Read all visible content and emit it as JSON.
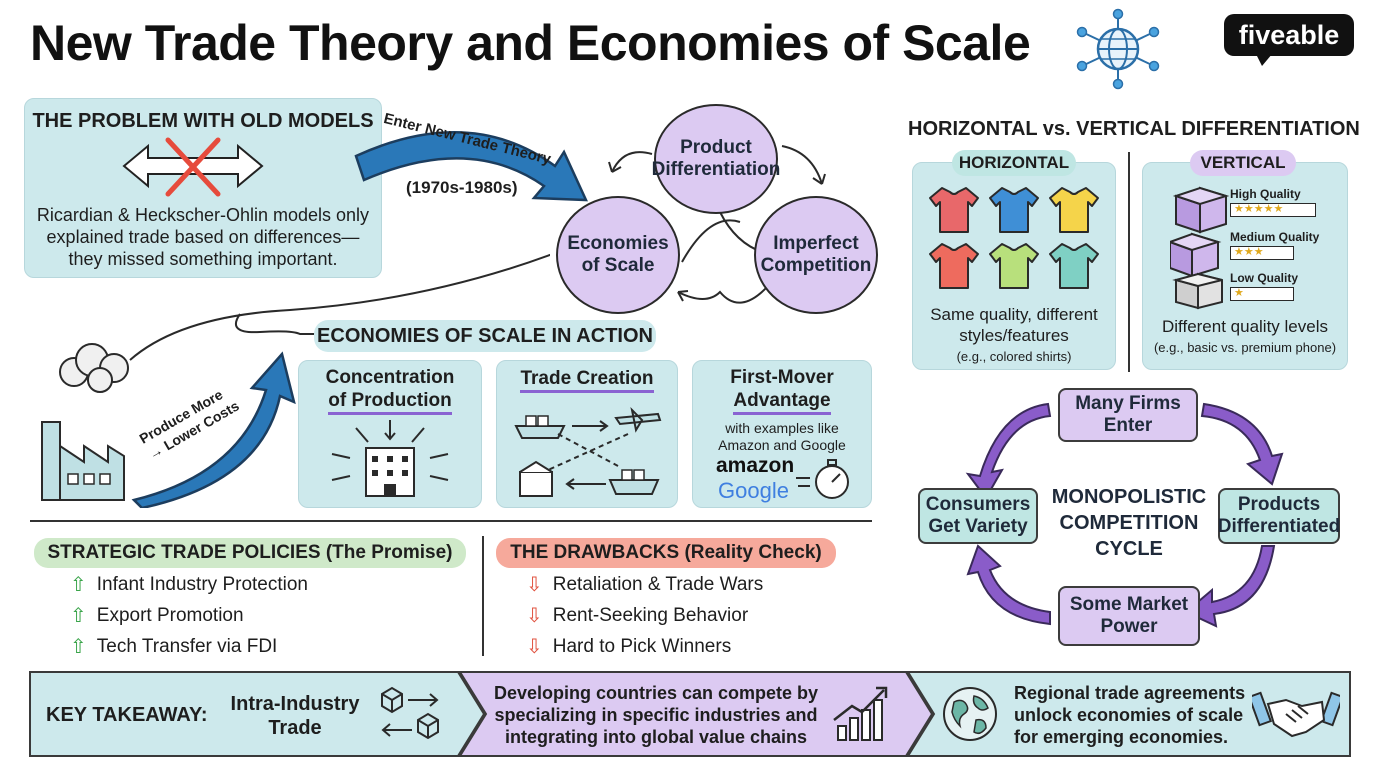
{
  "title": "New Trade Theory and Economies of Scale",
  "logo": "fiveable",
  "old_models": {
    "heading": "THE PROBLEM WITH OLD MODELS",
    "text_line1": "Ricardian & Heckscher-Ohlin models only",
    "text_line2": "explained trade based on differences—",
    "text_line3": "they missed something important."
  },
  "enter_arrow": {
    "label": "Enter New Trade Theory",
    "period": "(1970s-1980s)"
  },
  "triad": {
    "top": [
      "Product",
      "Differentiation"
    ],
    "left": [
      "Economies",
      "of Scale"
    ],
    "right": [
      "Imperfect",
      "Competition"
    ]
  },
  "factory_arrow": {
    "line1": "Produce More",
    "line2": "→ Lower Costs"
  },
  "eos_action": {
    "heading": "ECONOMIES OF SCALE IN ACTION",
    "card1": {
      "title1": "Concentration",
      "title2": "of Production"
    },
    "card2": {
      "title": "Trade Creation"
    },
    "card3": {
      "title1": "First-Mover",
      "title2": "Advantage",
      "desc1": "with examples like",
      "desc2": "Amazon and Google",
      "brand1": "amazon",
      "brand2": "Google"
    }
  },
  "differentiation": {
    "heading": "HORIZONTAL vs. VERTICAL DIFFERENTIATION",
    "horizontal": {
      "label": "HORIZONTAL",
      "desc1": "Same quality, different",
      "desc2": "styles/features",
      "example": "(e.g., colored shirts)",
      "shirt_colors": [
        "#e8686a",
        "#3f8fd6",
        "#f5d44a",
        "#ee6b5e",
        "#b8e07c",
        "#7fd0c4"
      ]
    },
    "vertical": {
      "label": "VERTICAL",
      "levels": [
        {
          "label": "High Quality",
          "stars": "★★★★★"
        },
        {
          "label": "Medium Quality",
          "stars": "★★★"
        },
        {
          "label": "Low Quality",
          "stars": "★"
        }
      ],
      "desc": "Different quality levels",
      "example": "(e.g., basic vs. premium phone)"
    }
  },
  "cycle": {
    "center1": "MONOPOLISTIC",
    "center2": "COMPETITION",
    "center3": "CYCLE",
    "top": [
      "Many Firms",
      "Enter"
    ],
    "right": [
      "Products",
      "Differentiated"
    ],
    "bottom": [
      "Some Market",
      "Power"
    ],
    "left": [
      "Consumers",
      "Get Variety"
    ]
  },
  "strategic": {
    "heading": "STRATEGIC TRADE POLICIES (The Promise)",
    "items": [
      "Infant Industry Protection",
      "Export Promotion",
      "Tech Transfer via FDI"
    ]
  },
  "drawbacks": {
    "heading": "THE DRAWBACKS (Reality Check)",
    "items": [
      "Retaliation & Trade Wars",
      "Rent-Seeking Behavior",
      "Hard to Pick Winners"
    ]
  },
  "takeaway": {
    "label": "KEY TAKEAWAY:",
    "intra1": "Intra-Industry",
    "intra2": "Trade",
    "developing1": "Developing countries can compete by",
    "developing2": "specializing in specific industries and",
    "developing3": "integrating into global value chains",
    "regional1": "Regional trade agreements",
    "regional2": "unlock economies of scale",
    "regional3": "for emerging economies."
  },
  "colors": {
    "teal_panel": "#cde9ec",
    "purple": "#dccaf2",
    "arrow_blue": "#2a78b8",
    "arrow_purple": "#8a5cc9",
    "green_pill": "#cfe9c9",
    "red_pill": "#f6a99b"
  }
}
